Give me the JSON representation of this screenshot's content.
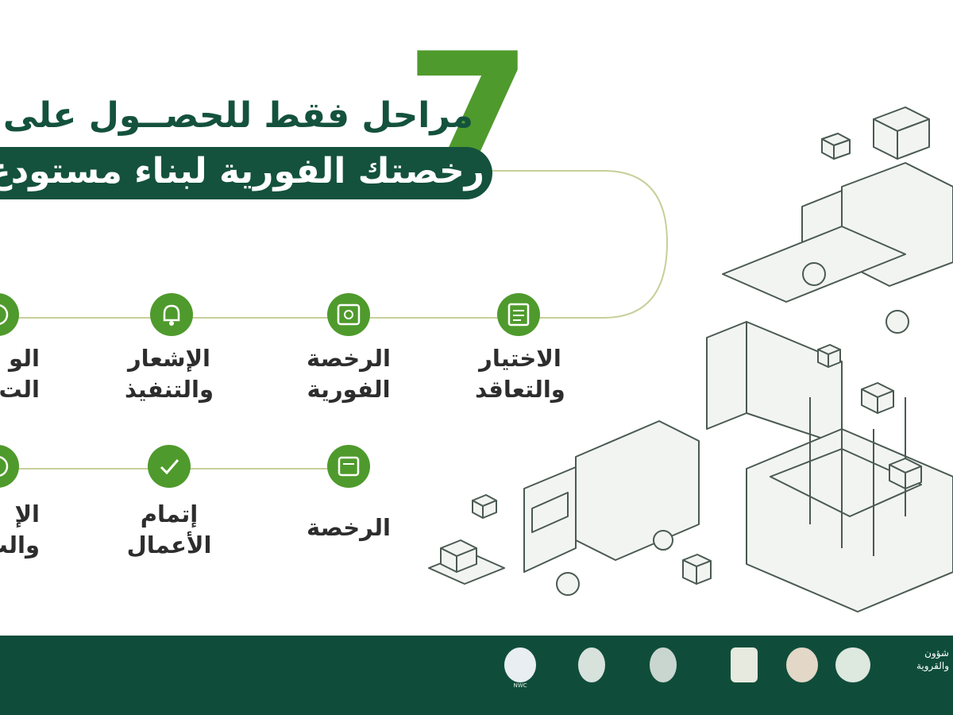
{
  "header": {
    "number": "7",
    "line1": "مراحل فقط للحصــول على",
    "line2": "رخصتك الفورية لبناء مستودع"
  },
  "steps": [
    {
      "label": "الاختيار\nوالتعاقد",
      "icon": "contract-icon"
    },
    {
      "label": "الرخصة\nالفورية",
      "icon": "permit-icon"
    },
    {
      "label": "الإشعار\nوالتنفيذ",
      "icon": "notification-icon"
    },
    {
      "label": "الو\nالت",
      "icon": "step-icon"
    },
    {
      "label": "الرخصة",
      "icon": "license-icon"
    },
    {
      "label": "إتمام\nالأعمال",
      "icon": "completion-icon"
    },
    {
      "label": "الإ\nوالت",
      "icon": "step-icon"
    }
  ],
  "footer": {
    "logos": [
      {
        "name": "ministry-logo",
        "text": "شؤون\nوالقروية"
      },
      {
        "name": "emblem-logo",
        "text": ""
      },
      {
        "name": "civil-defense-logo",
        "text": ""
      },
      {
        "name": "green-building-logo",
        "text": ""
      },
      {
        "name": "authority-logo",
        "text": ""
      },
      {
        "name": "building-code-logo",
        "text": ""
      },
      {
        "name": "nwc-logo",
        "text": "NWC"
      }
    ]
  },
  "colors": {
    "dark_green": "#14523d",
    "accent_green": "#4f9a2c",
    "footer": "#0f4d3a"
  }
}
